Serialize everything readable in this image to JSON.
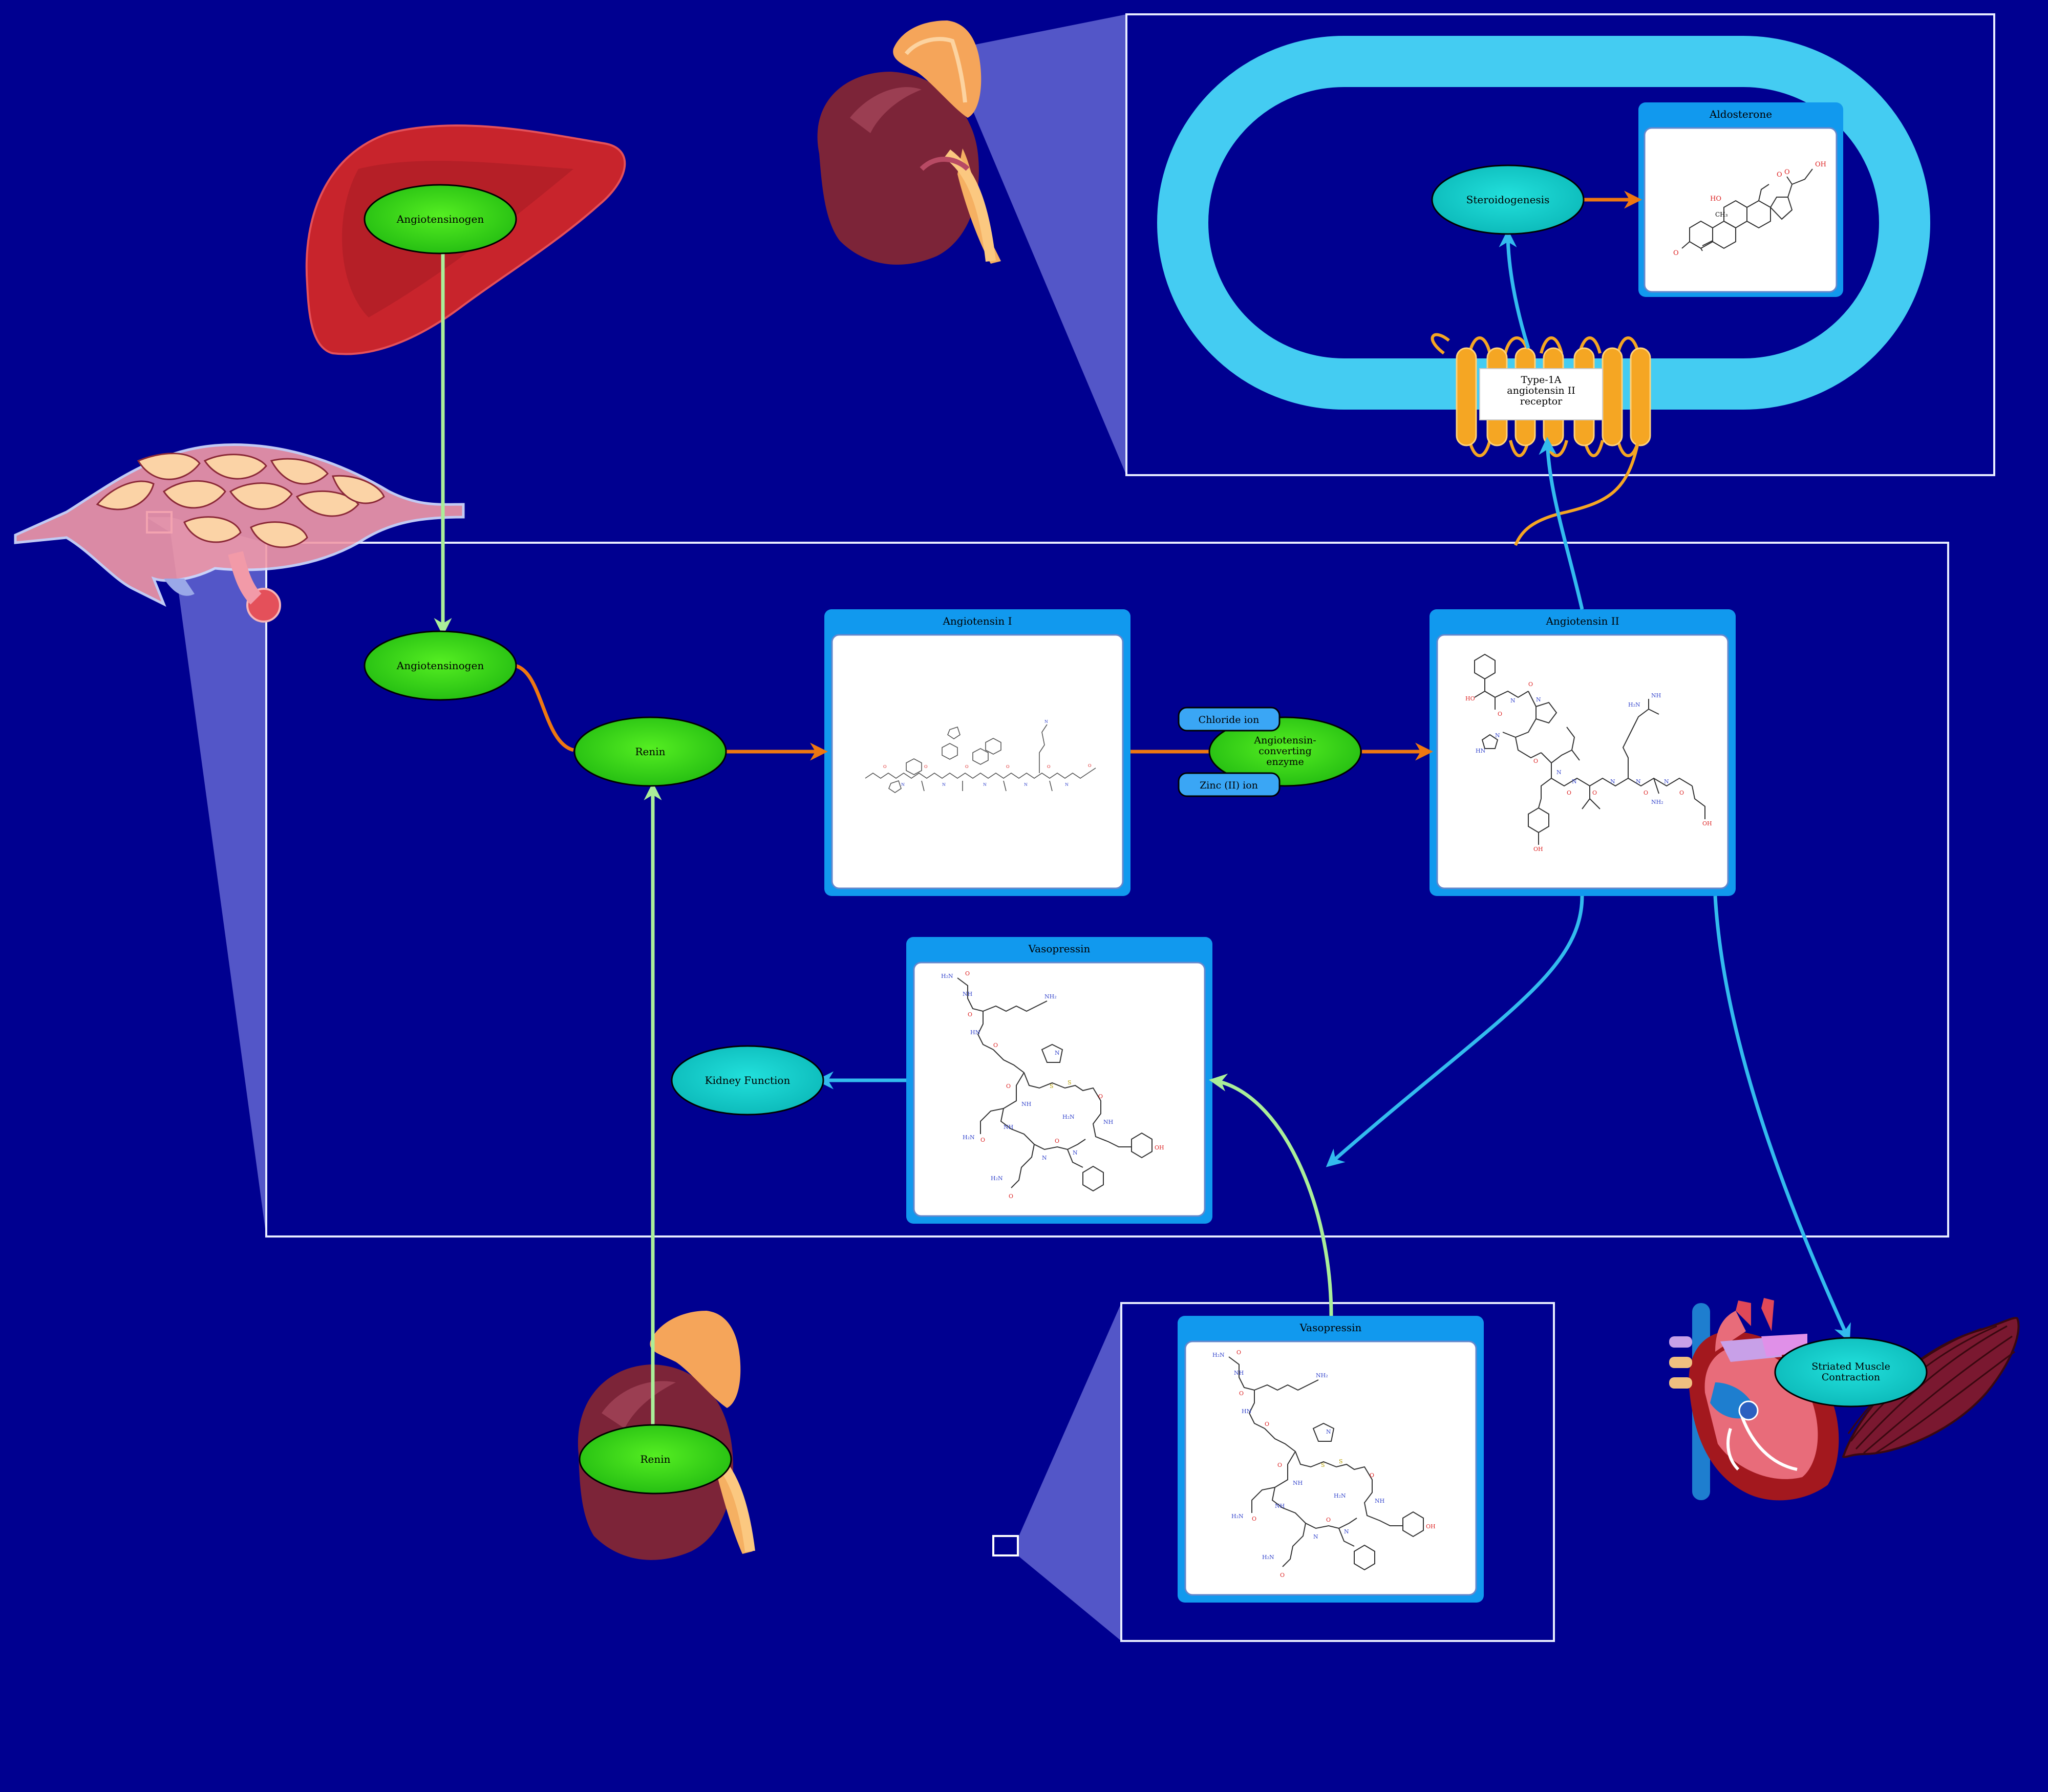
{
  "colors": {
    "background": "#000090",
    "node_green": "#33dd11",
    "node_cyan": "#11cccc",
    "arrow_orange": "#ee7711",
    "arrow_blue": "#33bbee",
    "arrow_lightgreen": "#aaee99",
    "panel_blue": "#1199ee",
    "membrane": "#44ccf2",
    "receptor": "#f5a623",
    "frame": "#e8ecff"
  },
  "nodes": {
    "angiotensinogen_liver": "Angiotensinogen",
    "angiotensinogen": "Angiotensinogen",
    "renin": "Renin",
    "renin_kidney": "Renin",
    "ace": "Angiotensin-\nconverting\nenzyme",
    "chloride": "Chloride ion",
    "zinc": "Zinc (II) ion",
    "kidney_function": "Kidney Function",
    "striated_muscle": "Striated Muscle\nContraction",
    "steroidogenesis": "Steroidogenesis",
    "receptor": "Type-1A\nangiotensin II\nreceptor"
  },
  "panels": {
    "angiotensin_i": "Angiotensin I",
    "angiotensin_ii": "Angiotensin II",
    "vasopressin_main": "Vasopressin",
    "vasopressin_inset": "Vasopressin",
    "aldosterone": "Aldosterone"
  },
  "icons": [
    "liver-icon",
    "lung-icon",
    "adrenal-kidney-icon",
    "heart-icon",
    "muscle-icon"
  ]
}
